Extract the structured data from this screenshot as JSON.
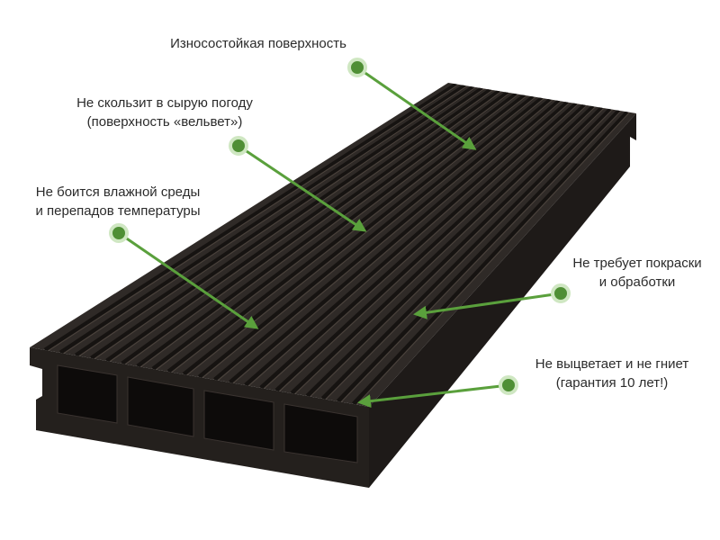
{
  "colors": {
    "board_face": "#2f2a27",
    "board_edge": "#1e1a18",
    "board_front": "#24201d",
    "groove": "#161311",
    "ridge_highlight": "#4a423c",
    "cavity": "#0d0b0a",
    "callout_green": "#5aa03c",
    "callout_dot": "#4f8f35",
    "text": "#2b2b2b"
  },
  "callouts": [
    {
      "id": "wear",
      "lines": [
        "Износостойкая поверхность"
      ]
    },
    {
      "id": "slip",
      "lines": [
        "Не скользит в сырую погоду",
        "(поверхность «вельвет»)"
      ]
    },
    {
      "id": "moisture",
      "lines": [
        "Не боится влажной среды",
        "и перепадов температуры"
      ]
    },
    {
      "id": "paint",
      "lines": [
        "Не требует покраски",
        "и обработки"
      ]
    },
    {
      "id": "fade",
      "lines": [
        "Не выцветает и не гниет",
        "(гарантия 10 лет!)"
      ]
    }
  ]
}
